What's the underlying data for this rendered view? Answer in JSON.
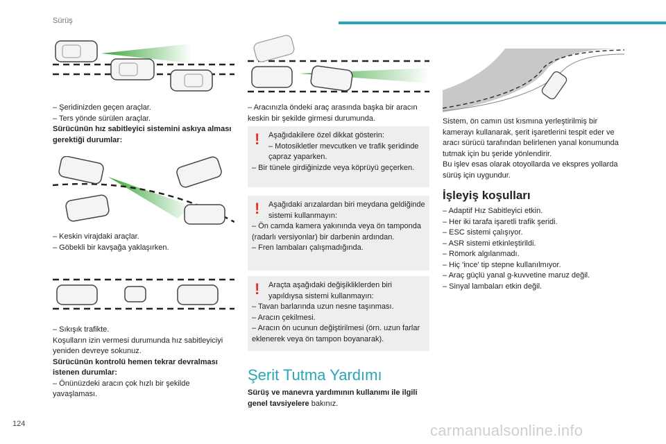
{
  "header": {
    "section": "Sürüş"
  },
  "page_number": "124",
  "watermark": "carmanualsonline.info",
  "col1": {
    "list1": [
      "–  Şeridinizden geçen araçlar.",
      "–  Ters yönde sürülen araçlar."
    ],
    "bold1": "Sürücünün hız sabitleyici sistemini askıya alması gerektiği durumlar:",
    "list2": [
      "–  Keskin virajdaki araçlar.",
      "–  Göbekli bir kavşağa yaklaşırken."
    ],
    "list3": [
      "–  Sıkışık trafikte."
    ],
    "para1": "Koşulların izin vermesi durumunda hız sabitleyiciyi yeniden devreye sokunuz.",
    "bold2": "Sürücünün kontrolü hemen tekrar devralması istenen durumlar:",
    "list4": [
      "–  Önünüzdeki aracın çok hızlı bir şekilde yavaşlaması."
    ]
  },
  "col2": {
    "list1": [
      "–  Aracınızla öndeki araç arasında başka bir aracın keskin bir şekilde girmesi durumunda."
    ],
    "notes": [
      {
        "first": "Aşağıdakilere özel dikkat gösterin:",
        "lines": [
          "–  Motosikletler mevcutken ve trafik şeridinde çapraz yaparken.",
          "–  Bir tünele girdiğinizde veya köprüyü geçerken."
        ]
      },
      {
        "first": "Aşağıdaki arızalardan biri meydana geldiğinde sistemi kullanmayın:",
        "lines": [
          "–  Ön camda kamera yakınında veya ön tamponda (radarlı versiyonlar) bir darbenin ardından.",
          "–  Fren lambaları çalışmadığında."
        ]
      },
      {
        "first": "Araçta aşağıdaki değişikliklerden biri yapıldıysa sistemi kullanmayın:",
        "lines": [
          "–  Tavan barlarında uzun nesne taşınması.",
          "–  Aracın çekilmesi.",
          "–  Aracın ön ucunun değiştirilmesi (örn. uzun farlar eklenerek veya ön tampon boyanarak)."
        ]
      }
    ],
    "section_title": "Şerit Tutma Yardımı",
    "ref_bold": "Sürüş ve manevra yardımının kullanımı ile ilgili genel tavsiyelere",
    "ref_rest": " bakınız."
  },
  "col3": {
    "para1": "Sistem, ön camın üst kısmına yerleştirilmiş bir kamerayı kullanarak, şerit işaretlerini tespit eder ve aracı sürücü tarafından belirlenen yanal konumunda tutmak için bu şeride yönlendirir.",
    "para2": "Bu işlev esas olarak otoyollarda ve ekspres yollarda sürüş için uygundur.",
    "subtitle": "İşleyiş koşulları",
    "list": [
      "–  Adaptif Hız Sabitleyici etkin.",
      "–  Her iki tarafa işaretli trafik şeridi.",
      "–  ESC sistemi çalışıyor.",
      "–  ASR sistemi etkinleştirildi.",
      "–  Römork algılanmadı.",
      "–  Hiç 'ince' tip stepne kullanılmıyor.",
      "–  Araç güçlü yanal g-kuvvetine maruz değil.",
      "–  Sinyal lambaları etkin değil."
    ]
  },
  "colors": {
    "accent": "#2aa6b8",
    "warning": "#e0312c",
    "note_bg": "#eeeeee",
    "beam": "#3aa63a"
  }
}
